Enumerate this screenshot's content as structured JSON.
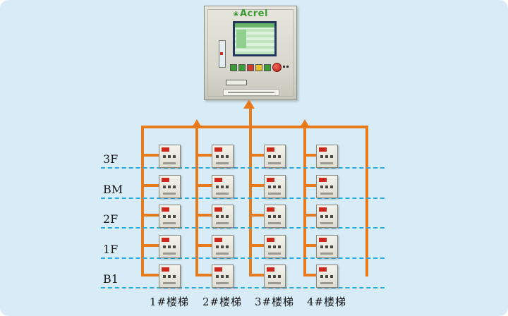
{
  "cabinet": {
    "brand": "Acrel",
    "logo_icon": "❀",
    "description": "fire-monitoring-control-cabinet"
  },
  "floors": [
    {
      "label": "3F"
    },
    {
      "label": "BM"
    },
    {
      "label": "2F"
    },
    {
      "label": "1F"
    },
    {
      "label": "B1"
    }
  ],
  "stairs": [
    {
      "label": "1#楼梯"
    },
    {
      "label": "2#楼梯"
    },
    {
      "label": "3#楼梯"
    },
    {
      "label": "4#楼梯"
    }
  ],
  "grid": {
    "rows": 5,
    "cols": 4
  },
  "colors": {
    "background": "#d8ecf7",
    "bus_line": "#e87a1e",
    "floor_line": "#29aae1",
    "logo_green": "#3f9c35",
    "device_tag_red": "#cc281e"
  }
}
